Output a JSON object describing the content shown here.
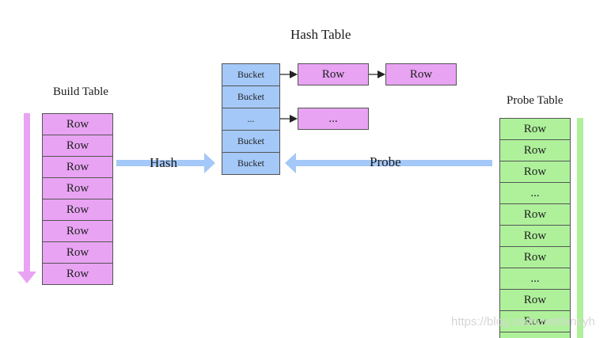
{
  "title": "Hash Table",
  "build_table": {
    "label": "Build Table",
    "rows": [
      "Row",
      "Row",
      "Row",
      "Row",
      "Row",
      "Row",
      "Row",
      "Row"
    ]
  },
  "hash_table": {
    "buckets": [
      "Bucket",
      "Bucket",
      "...",
      "Bucket",
      "Bucket"
    ],
    "chains": [
      {
        "bucket_index": 0,
        "entries": [
          "Row",
          "Row"
        ]
      },
      {
        "bucket_index": 2,
        "entries": [
          "..."
        ]
      }
    ]
  },
  "probe_table": {
    "label": "Probe Table",
    "rows": [
      "Row",
      "Row",
      "Row",
      "...",
      "Row",
      "Row",
      "Row",
      "...",
      "Row",
      "Row"
    ]
  },
  "arrows": {
    "hash_label": "Hash",
    "probe_label": "Probe"
  },
  "colors": {
    "build": "#e8a3f3",
    "bucket": "#a4c8f7",
    "probe": "#aef19a",
    "build_arrow": "#e8a3f3",
    "probe_bar": "#aef19a",
    "flow_arrow": "#a4c8f7"
  },
  "watermark": "https://blog.csdn.net/lansyh"
}
